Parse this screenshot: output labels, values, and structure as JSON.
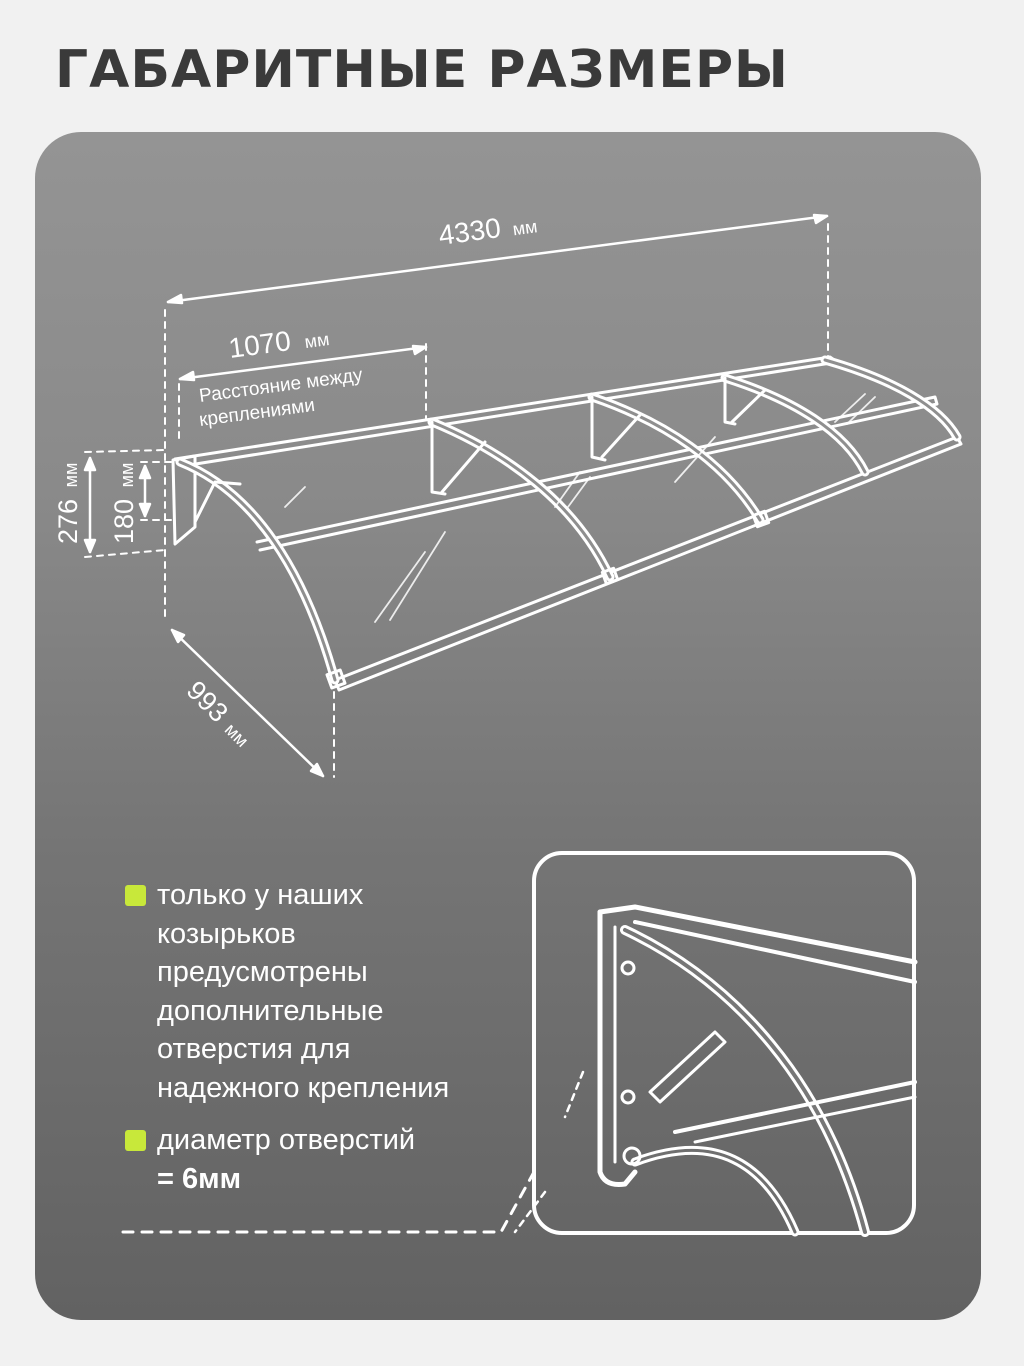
{
  "title": "ГАБАРИТНЫЕ РАЗМЕРЫ",
  "dimensions": {
    "length": {
      "value": "4330",
      "unit": "мм"
    },
    "mount_distance": {
      "value": "1070",
      "unit": "мм",
      "note_line1": "Расстояние между",
      "note_line2": "креплениями"
    },
    "total_height": {
      "value": "276",
      "unit": "мм"
    },
    "bracket_height": {
      "value": "180",
      "unit": "мм"
    },
    "depth": {
      "value": "993",
      "unit": "мм"
    }
  },
  "bullets": [
    {
      "lines": [
        "только у наших",
        "козырьков",
        "предусмотрены",
        "дополнительные",
        "отверстия для",
        "надежного крепления"
      ]
    },
    {
      "line1": "диаметр отверстий",
      "line2": "= 6мм"
    }
  ],
  "colors": {
    "accent": "#c8e83a",
    "title": "#3a3a3a",
    "panel": "#7a7a7a"
  }
}
